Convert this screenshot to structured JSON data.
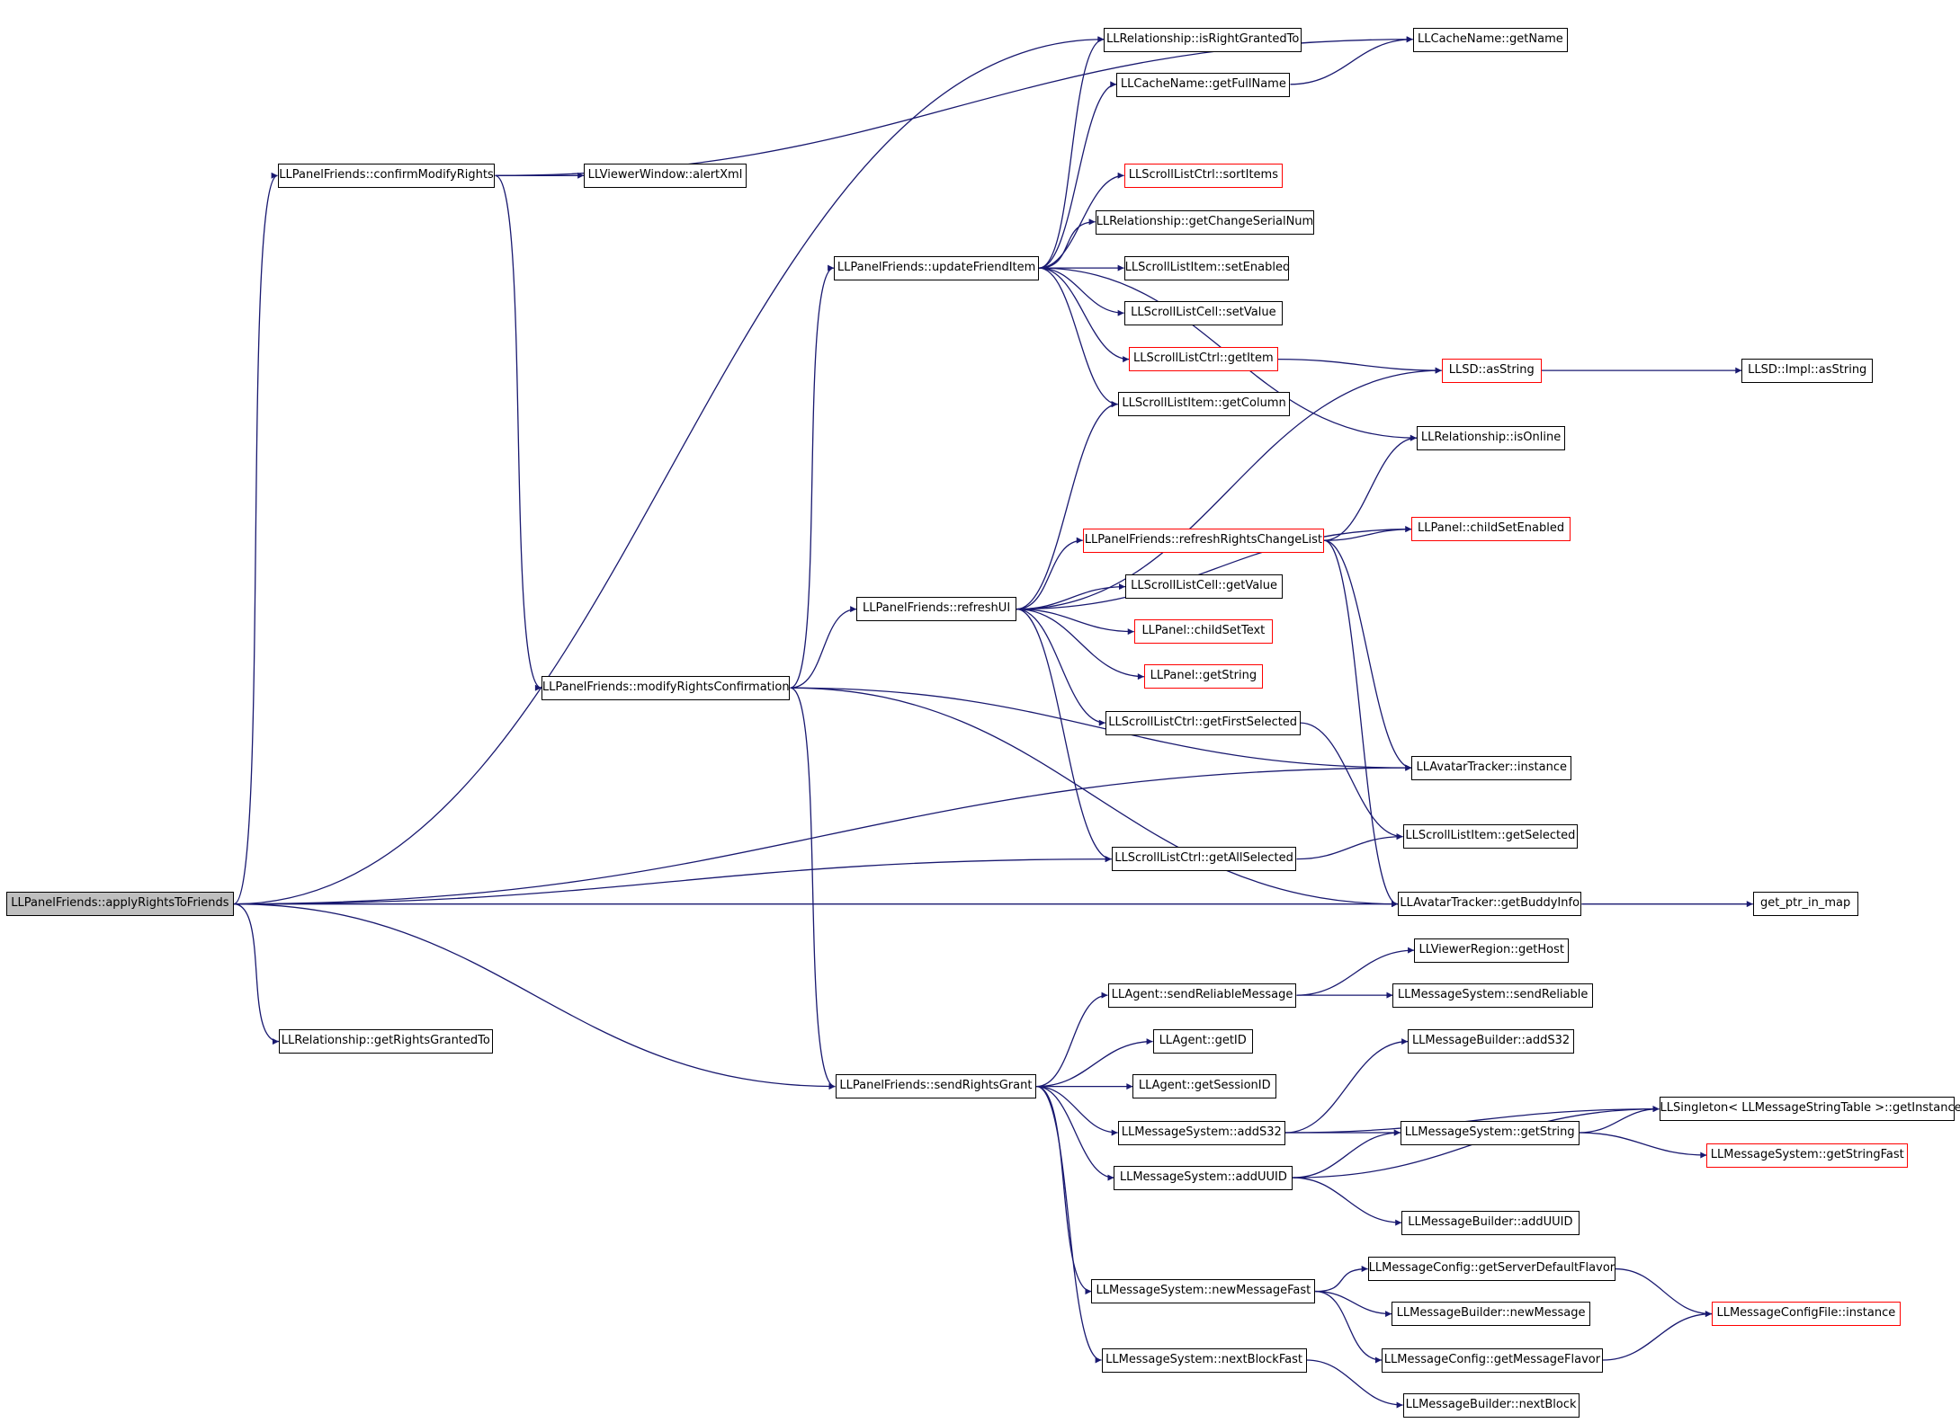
{
  "colors": {
    "edge": "#191970",
    "truncated_border": "#ff0000",
    "root_fill": "#bfbfbf",
    "node_border": "#000000"
  },
  "nodes": {
    "applyRightsToFriends": "LLPanelFriends::applyRightsToFriends",
    "confirmModifyRights": "LLPanelFriends::confirmModifyRights",
    "alertXml": "LLViewerWindow::alertXml",
    "isRightGrantedTo": "LLRelationship::isRightGrantedTo",
    "getName": "LLCacheName::getName",
    "getFullName": "LLCacheName::getFullName",
    "sortItems": "LLScrollListCtrl::sortItems",
    "getChangeSerialNum": "LLRelationship::getChangeSerialNum",
    "updateFriendItem": "LLPanelFriends::updateFriendItem",
    "setEnabled": "LLScrollListItem::setEnabled",
    "cellSetValue": "LLScrollListCell::setValue",
    "ctrlGetItem": "LLScrollListCtrl::getItem",
    "asString": "LLSD::asString",
    "implAsString": "LLSD::Impl::asString",
    "getColumn": "LLScrollListItem::getColumn",
    "isOnline": "LLRelationship::isOnline",
    "refreshRightsChangeList": "LLPanelFriends::refreshRightsChangeList",
    "childSetEnabled": "LLPanel::childSetEnabled",
    "cellGetValue": "LLScrollListCell::getValue",
    "refreshUI": "LLPanelFriends::refreshUI",
    "childSetText": "LLPanel::childSetText",
    "panelGetString": "LLPanel::getString",
    "modifyRightsConfirmation": "LLPanelFriends::modifyRightsConfirmation",
    "getFirstSelected": "LLScrollListCtrl::getFirstSelected",
    "trackerInstance": "LLAvatarTracker::instance",
    "itemGetSelected": "LLScrollListItem::getSelected",
    "getAllSelected": "LLScrollListCtrl::getAllSelected",
    "getBuddyInfo": "LLAvatarTracker::getBuddyInfo",
    "getPtrInMap": "get_ptr_in_map",
    "getHost": "LLViewerRegion::getHost",
    "sendReliableMessage": "LLAgent::sendReliableMessage",
    "sendReliable": "LLMessageSystem::sendReliable",
    "getRightsGrantedTo": "LLRelationship::getRightsGrantedTo",
    "agentGetID": "LLAgent::getID",
    "builderAddS32": "LLMessageBuilder::addS32",
    "sendRightsGrant": "LLPanelFriends::sendRightsGrant",
    "getSessionID": "LLAgent::getSessionID",
    "singletonGetInstance": "LLSingleton< LLMessageStringTable >::getInstance",
    "msgAddS32": "LLMessageSystem::addS32",
    "msgGetString": "LLMessageSystem::getString",
    "getStringFast": "LLMessageSystem::getStringFast",
    "msgAddUUID": "LLMessageSystem::addUUID",
    "builderAddUUID": "LLMessageBuilder::addUUID",
    "getServerDefaultFlavor": "LLMessageConfig::getServerDefaultFlavor",
    "newMessageFast": "LLMessageSystem::newMessageFast",
    "newMessage": "LLMessageBuilder::newMessage",
    "configFileInstance": "LLMessageConfigFile::instance",
    "getMessageFlavor": "LLMessageConfig::getMessageFlavor",
    "nextBlockFast": "LLMessageSystem::nextBlockFast",
    "nextBlock": "LLMessageBuilder::nextBlock"
  }
}
